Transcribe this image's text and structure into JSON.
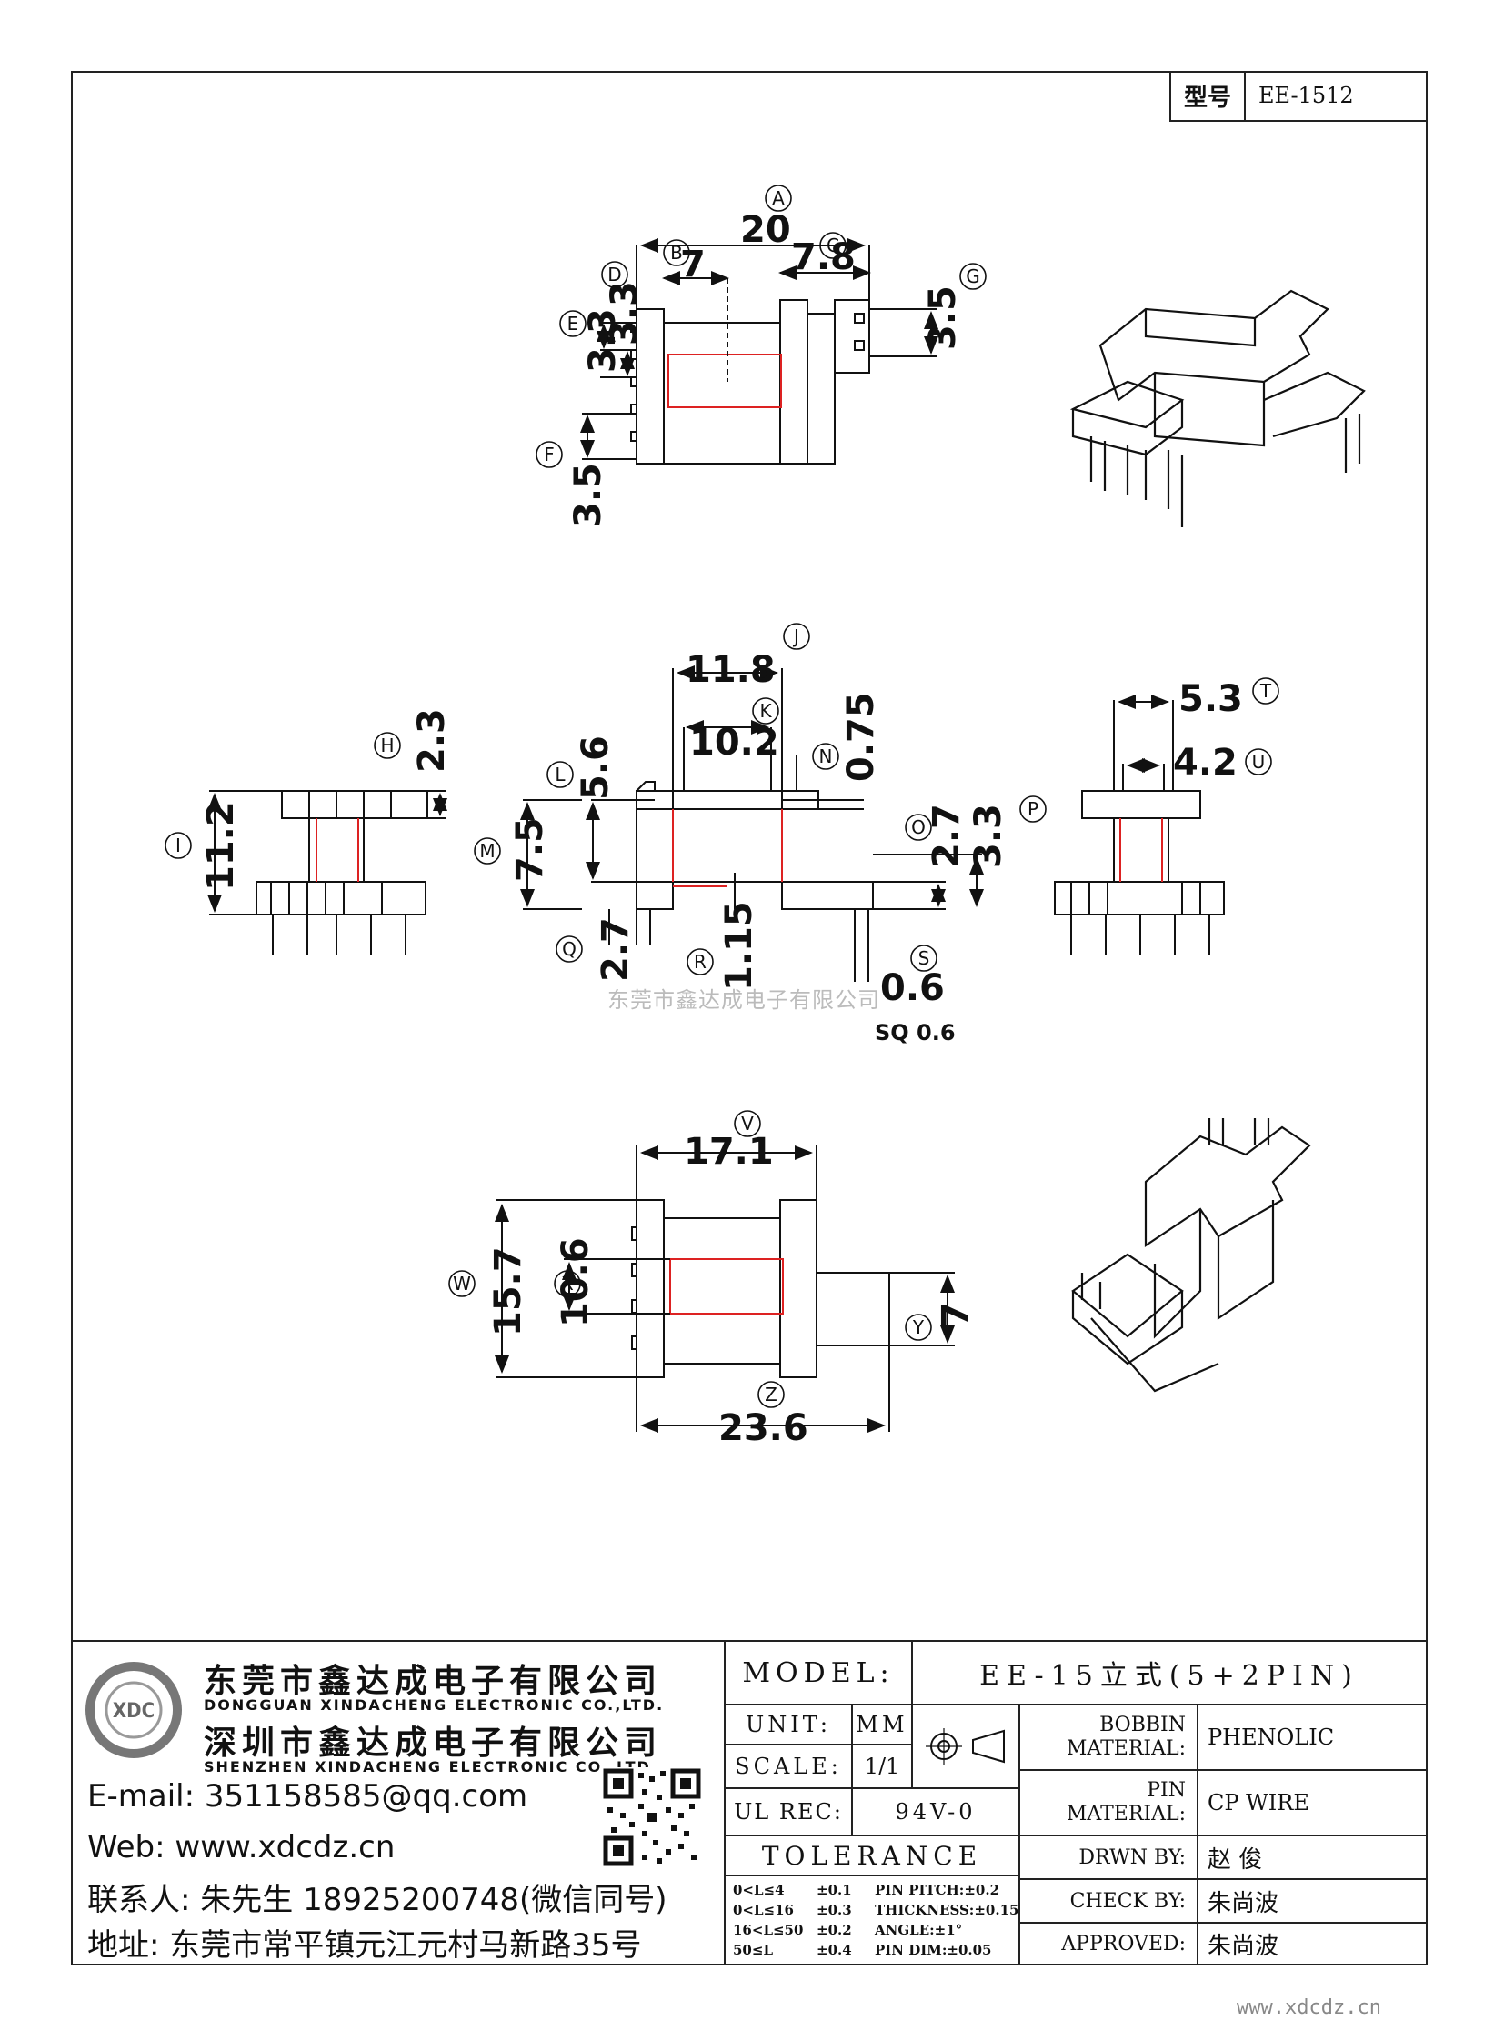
{
  "model_box": {
    "label": "型号",
    "value": "EE-1512"
  },
  "watermark": "东莞市鑫达成电子有限公司",
  "dimensions": {
    "A": "20",
    "B": "7",
    "C": "7.8",
    "D": "3.3",
    "E": "3.3",
    "F": "3.5",
    "G": "3.5",
    "H": "2.3",
    "I": "11.2",
    "J": "11.8",
    "K": "10.2",
    "L": "5.6",
    "M": "7.5",
    "N": "0.75",
    "O": "2.7",
    "P": "3.3",
    "Q": "2.7",
    "R": "1.15",
    "S": "0.6",
    "T": "5.3",
    "U": "4.2",
    "V": "17.1",
    "W": "15.7",
    "X": "10.6",
    "Y": "7",
    "Z": "23.6"
  },
  "pin_note": "SQ 0.6",
  "company": {
    "name_cn_1": "东莞市鑫达成电子有限公司",
    "name_en_1": "DONGGUAN XINDACHENG ELECTRONIC CO.,LTD.",
    "name_cn_2": "深圳市鑫达成电子有限公司",
    "name_en_2": "SHENZHEN XINDACHENG ELECTRONIC CO.,LTD.",
    "logo_text": "XDC",
    "email": "E-mail:  351158585@qq.com",
    "web": "Web:  www.xdcdz.cn",
    "contact": "联系人:  朱先生 18925200748(微信同号)",
    "address": "地址:  东莞市常平镇元江元村马新路35号"
  },
  "title_block": {
    "model_label": "MODEL:",
    "model_value": "EE-15立式(5+2PIN)",
    "unit_label": "UNIT:",
    "unit_value": "MM",
    "scale_label": "SCALE:",
    "scale_value": "1/1",
    "ulrec_label": "UL REC:",
    "ulrec_value": "94V-0",
    "tolerance_label": "TOLERANCE",
    "bobbin_label_1": "BOBBIN",
    "bobbin_label_2": "MATERIAL:",
    "bobbin_value": "PHENOLIC",
    "pin_label_1": "PIN",
    "pin_label_2": "MATERIAL:",
    "pin_value": "CP WIRE",
    "drawn_label": "DRWN BY:",
    "drawn_value": "赵  俊",
    "check_label": "CHECK BY:",
    "check_value": "朱尚波",
    "approved_label": "APPROVED:",
    "approved_value": "朱尚波",
    "tolerances": [
      {
        "range": "0<L≤4",
        "tol": "±0.1",
        "spec": "PIN PITCH:±0.2"
      },
      {
        "range": "0<L≤16",
        "tol": "±0.3",
        "spec": "THICKNESS:±0.15"
      },
      {
        "range": "16<L≤50",
        "tol": "±0.2",
        "spec": "ANGLE:±1°"
      },
      {
        "range": "50≤L",
        "tol": "±0.4",
        "spec": "PIN DIM:±0.05"
      }
    ]
  },
  "site_url": "www.xdcdz.cn"
}
